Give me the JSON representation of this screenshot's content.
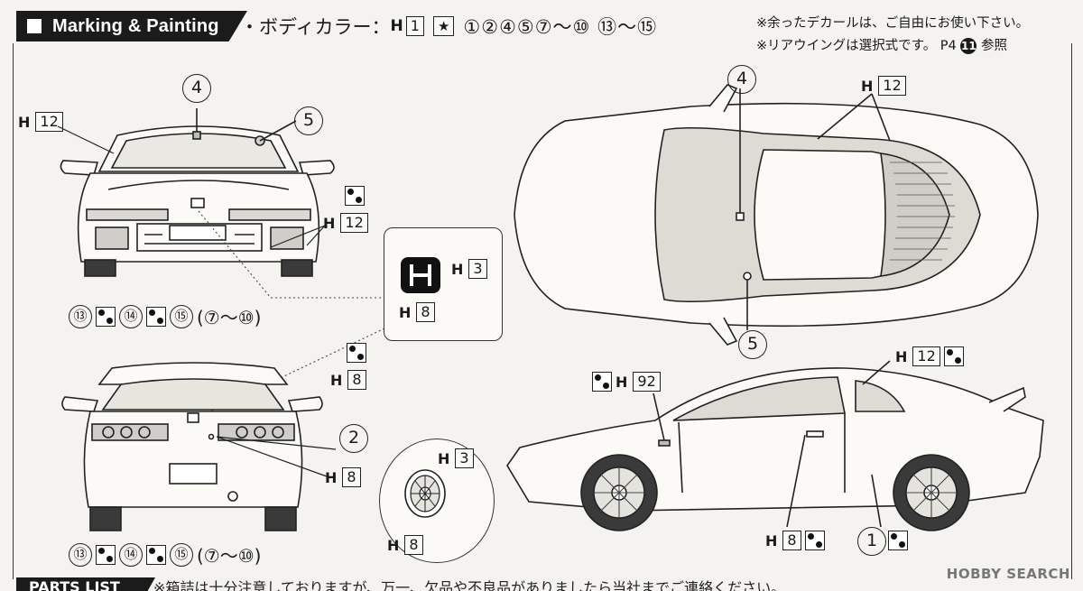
{
  "header": {
    "title": "Marking & Painting"
  },
  "bodycolor": {
    "label": "・ボディカラー：",
    "h_letter": "H",
    "h_number": "1",
    "star": "★",
    "sequence": [
      "①",
      "②",
      "④",
      "⑤",
      "⑦",
      "〜",
      "⑩",
      "⑬",
      "〜",
      "⑮"
    ]
  },
  "notes": {
    "line1": "※余ったデカールは、ご自由にお使い下さい。",
    "line2_prefix": "※リアウイングは選択式です。 P4",
    "line2_pill": "11",
    "line2_suffix": "参照"
  },
  "front_view": {
    "callouts": {
      "top": "4",
      "right": "5"
    },
    "h_windshield": "12",
    "h_grille": "12",
    "seq": [
      "⑬",
      "⑭",
      "⑮",
      "(⑦〜⑩)"
    ]
  },
  "emblem_inset": {
    "h_top": "3",
    "h_bottom": "8"
  },
  "rear_view": {
    "h_side": "8",
    "callout": "2",
    "h_bottom": "8",
    "seq": [
      "⑬",
      "⑭",
      "⑮",
      "(⑦〜⑩)"
    ]
  },
  "wheel_inset": {
    "h_top": "3",
    "h_bottom": "8"
  },
  "top_view": {
    "callout_top": "4",
    "callout_bottom": "5",
    "h_roof": "12"
  },
  "side_view": {
    "h_fender": "92",
    "h_window": "12",
    "h_bottom": "8",
    "callout": "1"
  },
  "footer": {
    "tab": "PARTS LIST",
    "text": "※箱詰は十分注意しておりますが、万一、欠品や不良品がありましたら当社までご連絡ください。"
  },
  "watermark": "HOBBY SEARCH",
  "colors": {
    "ink": "#1a1a1a",
    "paper": "#f4f3ef",
    "accent": "#222222"
  }
}
